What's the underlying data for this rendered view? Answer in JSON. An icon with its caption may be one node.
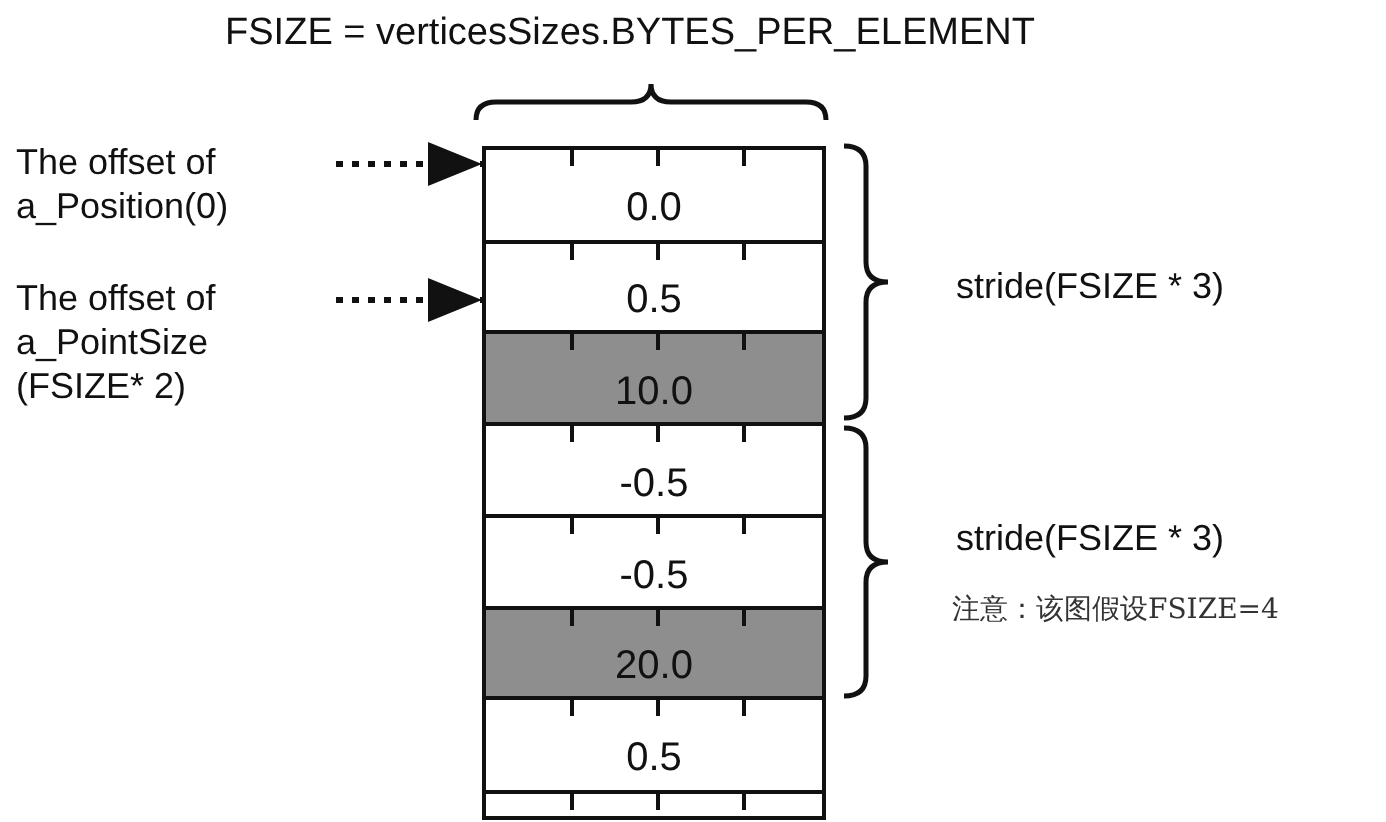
{
  "diagram": {
    "title": "FSIZE = verticesSizes.BYTES_PER_ELEMENT",
    "nodes": [
      {
        "text": [
          "The offset of a_Position(0)"
        ]
      },
      {
        "text": [
          "The offset of a_PointSize (FSIZE* 2)"
        ]
      },
      {
        "text": [
          "0.0"
        ]
      },
      {
        "text": [
          "0.5"
        ]
      },
      {
        "text": [
          "10.0"
        ]
      },
      {
        "text": [
          "-0.5"
        ]
      },
      {
        "text": [
          "-0.5"
        ]
      },
      {
        "text": [
          "20.0"
        ]
      },
      {
        "text": [
          "0.5"
        ]
      },
      {
        "text": [],
        "shape": "box"
      }
    ],
    "edges": [
      {
        "from": 0,
        "to": 2,
        "arrow": "to",
        "style": "dashed"
      },
      {
        "from": 1,
        "to": 3,
        "arrow": "to",
        "style": "dashed"
      }
    ],
    "labels": [
      "stride(FSIZE * 3)",
      "stride(FSIZE * 3)",
      "注意：该图假设FSIZE=4"
    ]
  }
}
